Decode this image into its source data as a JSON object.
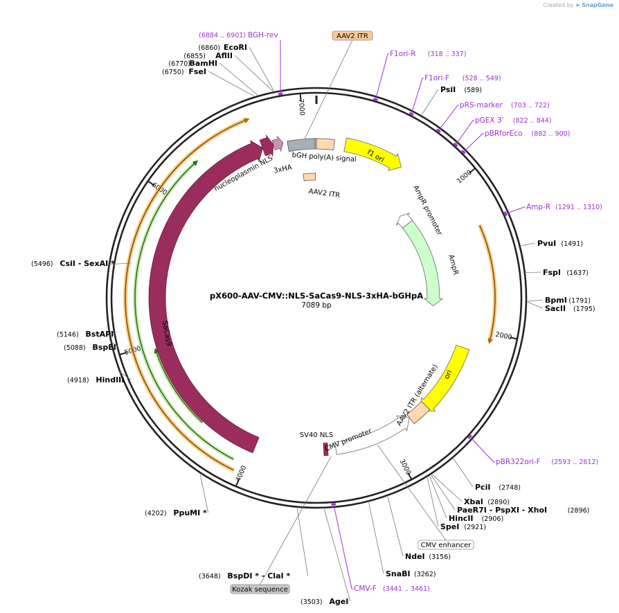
{
  "credit": {
    "prefix": "Created by",
    "brand": "SnapGene"
  },
  "plasmid": {
    "name": "pX600-AAV-CMV::NLS-SaCas9-NLS-3xHA-bGHpA",
    "size": "7089 bp",
    "length": 7089
  },
  "ruler": [
    {
      "label": "1000",
      "pos": 1000
    },
    {
      "label": "2000",
      "pos": 2000
    },
    {
      "label": "3000",
      "pos": 3000
    },
    {
      "label": "4000",
      "pos": 4000
    },
    {
      "label": "5000",
      "pos": 5000
    },
    {
      "label": "6000",
      "pos": 6000
    },
    {
      "label": "7000",
      "pos": 7000
    }
  ],
  "colors": {
    "backbone": "#222222",
    "cas9": "#9b2d5e",
    "f1ori": "#ffff00",
    "ampr": "#ccffcc",
    "itr": "#ffd8b0",
    "bgh": "#a9aeb4",
    "ha": "#c994b4",
    "promoter": "#ffffff",
    "orf_orange": "#f5b855",
    "orf_green": "#64b82e",
    "primer": "#9b30d9"
  },
  "features": [
    {
      "name": "f1 ori",
      "label": "f1 ori"
    },
    {
      "name": "AmpR promoter",
      "label": "AmpR promoter"
    },
    {
      "name": "AmpR",
      "label": "AmpR"
    },
    {
      "name": "ori",
      "label": "ori"
    },
    {
      "name": "AAV2 ITR (alternate)",
      "label": "AAV2 ITR (alternate)"
    },
    {
      "name": "CMV promoter",
      "label": "CMV promoter"
    },
    {
      "name": "SV40 NLS",
      "label": "SV40 NLS"
    },
    {
      "name": "SaCas9",
      "label": "SaCas9"
    },
    {
      "name": "nucleoplasmin NLS",
      "label": "nucleoplasmin NLS"
    },
    {
      "name": "3xHA",
      "label": "3xHA"
    },
    {
      "name": "bGH poly(A) signal",
      "label": "bGH poly(A) signal"
    },
    {
      "name": "AAV2 ITR inner",
      "label": "AAV2 ITR"
    }
  ],
  "boxed_labels": [
    {
      "name": "AAV2 ITR top",
      "label": "AAV2 ITR",
      "pos": 7005
    },
    {
      "name": "CMV enhancer",
      "label": "CMV enhancer",
      "pos": 3100
    },
    {
      "name": "Kozak sequence",
      "label": "Kozak sequence",
      "pos": 3440
    }
  ],
  "sites": [
    {
      "name": "EcoRI",
      "pos": 6860,
      "pos_label": "(6860)"
    },
    {
      "name": "AflII",
      "pos": 6855,
      "pos_label": "(6855)"
    },
    {
      "name": "BamHI",
      "pos": 6770,
      "pos_label": "(6770)"
    },
    {
      "name": "FseI",
      "pos": 6750,
      "pos_label": "(6750)"
    },
    {
      "name": "PsiI",
      "pos": 589,
      "pos_label": "(589)"
    },
    {
      "name": "PvuI",
      "pos": 1491,
      "pos_label": "(1491)"
    },
    {
      "name": "FspI",
      "pos": 1637,
      "pos_label": "(1637)"
    },
    {
      "name": "BpmI",
      "pos": 1791,
      "pos_label": "(1791)"
    },
    {
      "name": "SacII",
      "pos": 1795,
      "pos_label": "(1795)"
    },
    {
      "name": "PciI",
      "pos": 2748,
      "pos_label": "(2748)"
    },
    {
      "name": "XbaI",
      "pos": 2890,
      "pos_label": "(2890)"
    },
    {
      "name": "PaeR7I  - PspXI  - XhoI",
      "pos": 2896,
      "pos_label": "(2896)"
    },
    {
      "name": "HincII",
      "pos": 2906,
      "pos_label": "(2906)"
    },
    {
      "name": "SpeI",
      "pos": 2921,
      "pos_label": "(2921)"
    },
    {
      "name": "NdeI",
      "pos": 3156,
      "pos_label": "(3156)"
    },
    {
      "name": "SnaBI",
      "pos": 3262,
      "pos_label": "(3262)"
    },
    {
      "name": "AgeI",
      "pos": 3503,
      "pos_label": "(3503)"
    },
    {
      "name": "BspDI *  - ClaI *",
      "pos": 3648,
      "pos_label": "(3648)"
    },
    {
      "name": "PpuMI *",
      "pos": 4202,
      "pos_label": "(4202)"
    },
    {
      "name": "HindIII",
      "pos": 4918,
      "pos_label": "(4918)"
    },
    {
      "name": "BspEI",
      "pos": 5088,
      "pos_label": "(5088)"
    },
    {
      "name": "BstAPI",
      "pos": 5146,
      "pos_label": "(5146)"
    },
    {
      "name": "CsiI  - SexAI *",
      "pos": 5496,
      "pos_label": "(5496)"
    }
  ],
  "primers": [
    {
      "name": "BGH-rev",
      "range": "(6884 .. 6901)",
      "pos": 6892
    },
    {
      "name": "F1ori-R",
      "range": "(318 .. 337)",
      "pos": 327
    },
    {
      "name": "F1ori-F",
      "range": "(528 .. 549)",
      "pos": 538
    },
    {
      "name": "pRS-marker",
      "range": "(703 .. 722)",
      "pos": 712
    },
    {
      "name": "pGEX 3'",
      "range": "(822 .. 844)",
      "pos": 833
    },
    {
      "name": "pBRforEco",
      "range": "(882 .. 900)",
      "pos": 891
    },
    {
      "name": "Amp-R",
      "range": "(1291 .. 1310)",
      "pos": 1300
    },
    {
      "name": "pBR322ori-F",
      "range": "(2593 .. 2612)",
      "pos": 2602
    },
    {
      "name": "CMV-F",
      "range": "(3441 .. 3461)",
      "pos": 3451
    }
  ]
}
